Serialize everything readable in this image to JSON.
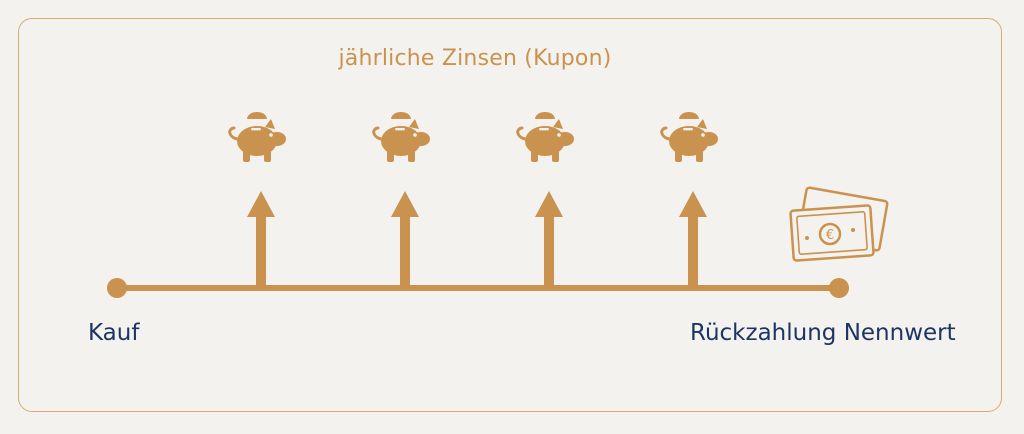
{
  "diagram": {
    "title": "jährliche Zinsen (Kupon)",
    "start_label": "Kauf",
    "end_label": "Rückzahlung Nennwert",
    "coupon_count": 4,
    "icons": {
      "coupon": "piggy-bank-icon",
      "repayment": "banknotes-euro-icon"
    },
    "colors": {
      "accent": "#c9934f",
      "text": "#1d3564",
      "frame": "#d9ab6e",
      "background": "#f4f2ee"
    }
  }
}
